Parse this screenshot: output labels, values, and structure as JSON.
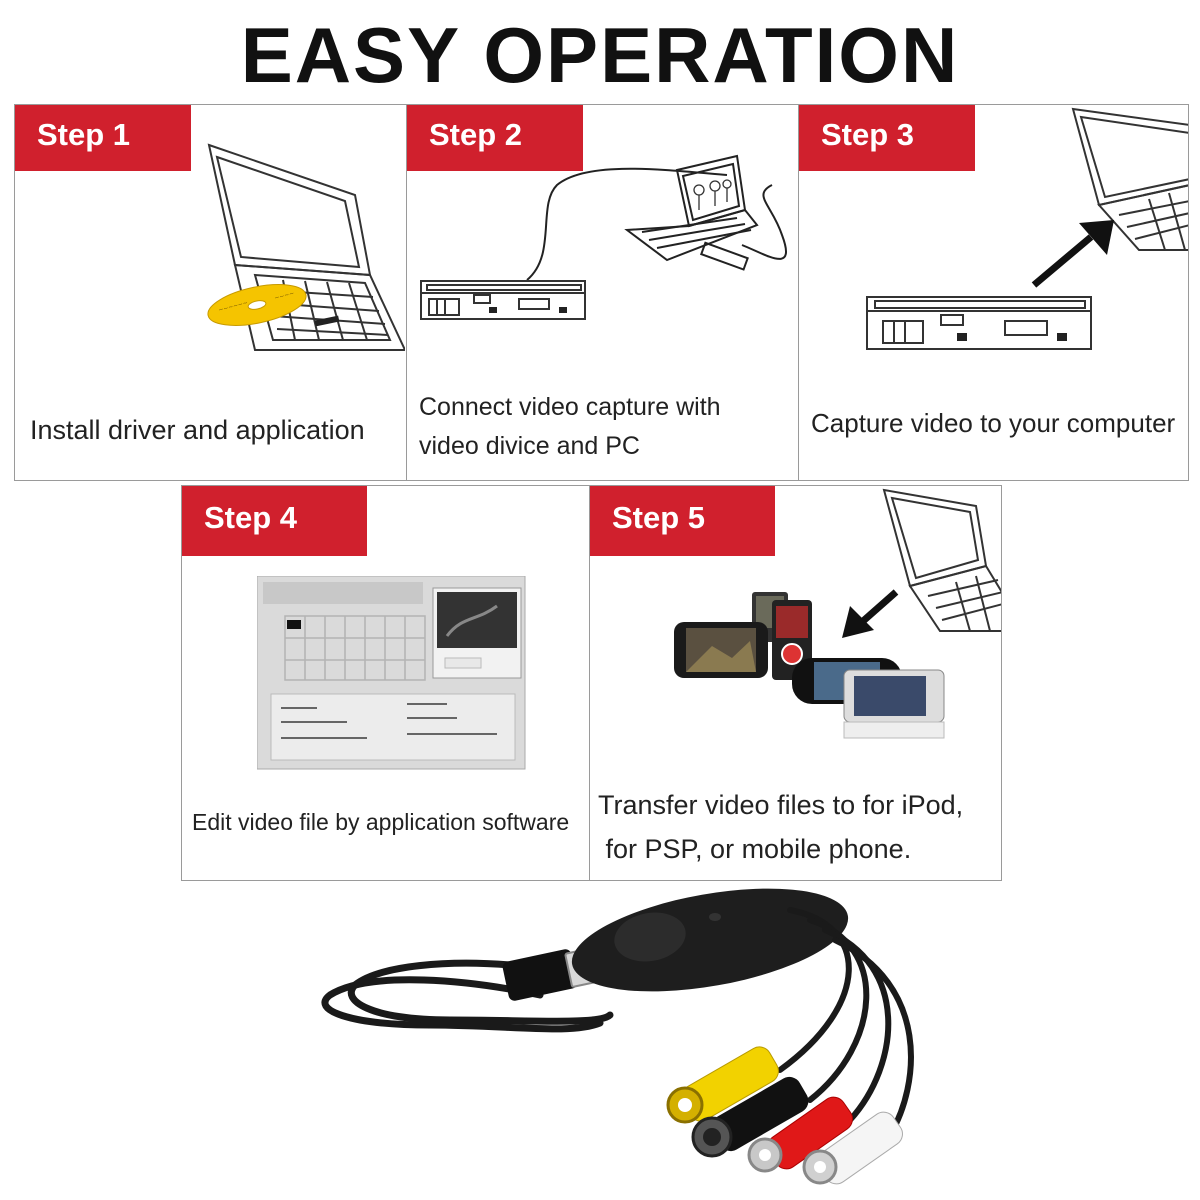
{
  "title": "EASY OPERATION",
  "accent_color": "#d0202d",
  "steps": [
    {
      "label": "Step 1",
      "caption": "Install driver and application",
      "icons": [
        "laptop-icon",
        "cd-disc-icon"
      ]
    },
    {
      "label": "Step 2",
      "caption_line1": "Connect video capture with",
      "caption_line2": "video divice and PC",
      "icons": [
        "vcr-icon",
        "laptop-icon",
        "capture-cable-icon"
      ]
    },
    {
      "label": "Step 3",
      "caption": "Capture video to your computer",
      "icons": [
        "vcr-icon",
        "arrow-icon",
        "laptop-icon"
      ]
    },
    {
      "label": "Step 4",
      "caption": "Edit video file by application software",
      "icons": [
        "software-window-icon"
      ]
    },
    {
      "label": "Step 5",
      "caption_line1": "Transfer video files to for iPod,",
      "caption_line2": " for PSP, or mobile phone.",
      "icons": [
        "laptop-icon",
        "arrow-icon",
        "media-devices-icon"
      ]
    }
  ],
  "product": {
    "icons": [
      "usb-capture-device-icon",
      "usb-plug-icon",
      "rca-yellow-plug-icon",
      "svideo-plug-icon",
      "rca-red-plug-icon",
      "rca-white-plug-icon"
    ]
  }
}
